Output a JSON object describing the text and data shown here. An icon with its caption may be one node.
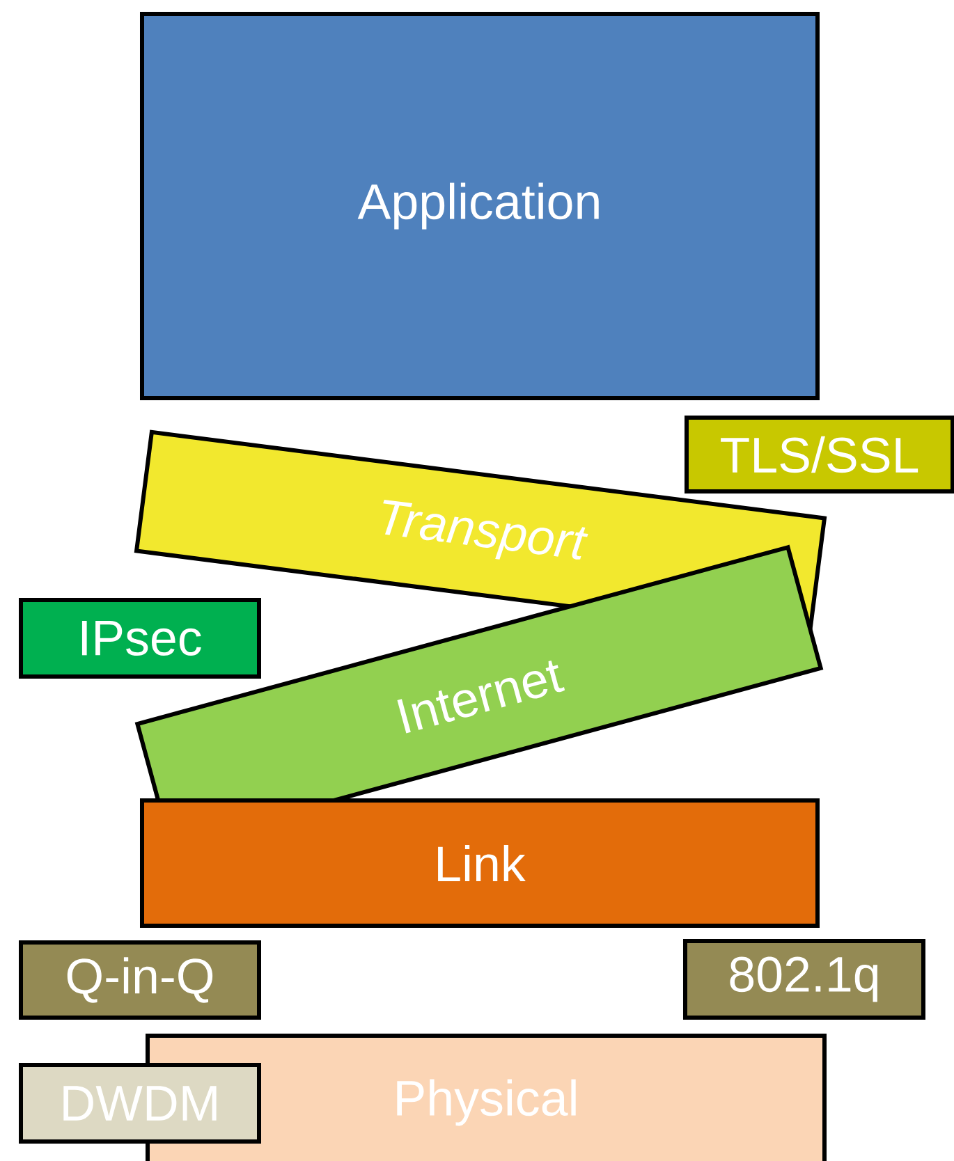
{
  "diagram": {
    "nodes": [
      {
        "text": [
          "Application"
        ]
      },
      {
        "text": [
          "TLS/SSL"
        ]
      },
      {
        "text": [
          "Transport"
        ]
      },
      {
        "text": [
          "IPsec"
        ]
      },
      {
        "text": [
          "Internet"
        ]
      },
      {
        "text": [
          "Link"
        ]
      },
      {
        "text": [
          "Q-in-Q"
        ]
      },
      {
        "text": [
          "802.1q"
        ]
      },
      {
        "text": [
          "DWDM"
        ]
      },
      {
        "text": [
          "Physical"
        ]
      }
    ]
  }
}
